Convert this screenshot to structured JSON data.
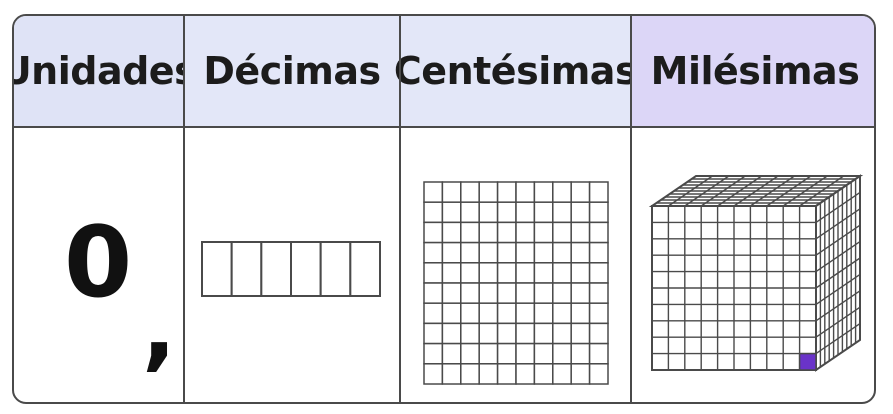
{
  "headers": [
    "Unidades",
    "Décimas",
    "Centésimas",
    "Milésimas"
  ],
  "unidades_value": {
    "digit": "0",
    "separator": ","
  },
  "decimas_model": {
    "cells": 6
  },
  "centesimas_model": {
    "rows": 10,
    "cols": 10
  },
  "milesimas_model": {
    "size": 10,
    "highlighted_cubes": 1
  },
  "colors": {
    "header_blue": "#e3e7f8",
    "header_purple": "#dcd6f7",
    "highlight": "#6a33c9",
    "line": "#4a4a4a"
  }
}
